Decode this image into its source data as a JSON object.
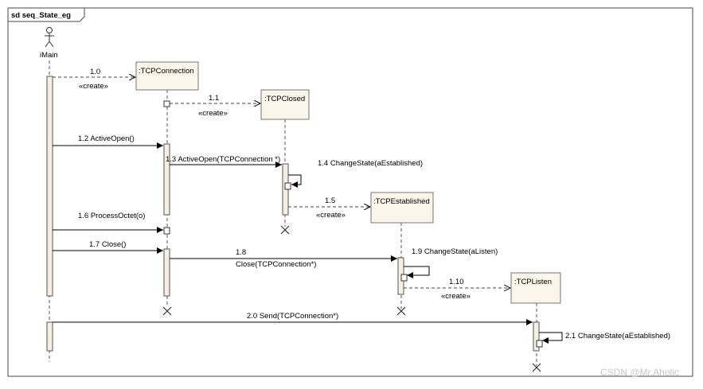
{
  "frame_title": "sd seq_State_eg",
  "actor_name": "iMain",
  "lifelines": {
    "tcpconnection": ":TCPConnection",
    "tcpclosed": ":TCPClosed",
    "tcpestablished": ":TCPEstablished",
    "tcplisten": ":TCPListen"
  },
  "messages": {
    "m1_0": "1.0",
    "m1_0_stereo": "«create»",
    "m1_1": "1.1",
    "m1_1_stereo": "«create»",
    "m1_2": "1.2 ActiveOpen()",
    "m1_3": "1.3 ActiveOpen(TCPConnection *)",
    "m1_4": "1.4 ChangeState(aEstablished)",
    "m1_5": "1.5",
    "m1_5_stereo": "«create»",
    "m1_6": "1.6 ProcessOctet(o)",
    "m1_7": "1.7 Close()",
    "m1_8": "1.8",
    "m1_8_sub": "Close(TCPConnection*)",
    "m1_9": "1.9 ChangeState(aListen)",
    "m1_10": "1.10",
    "m1_10_stereo": "«create»",
    "m2_0": "2.0 Send(TCPConnection*)",
    "m2_1": "2.1 ChangeState(aEstablished)"
  },
  "watermark": "CSDN @Mr.Aholic"
}
